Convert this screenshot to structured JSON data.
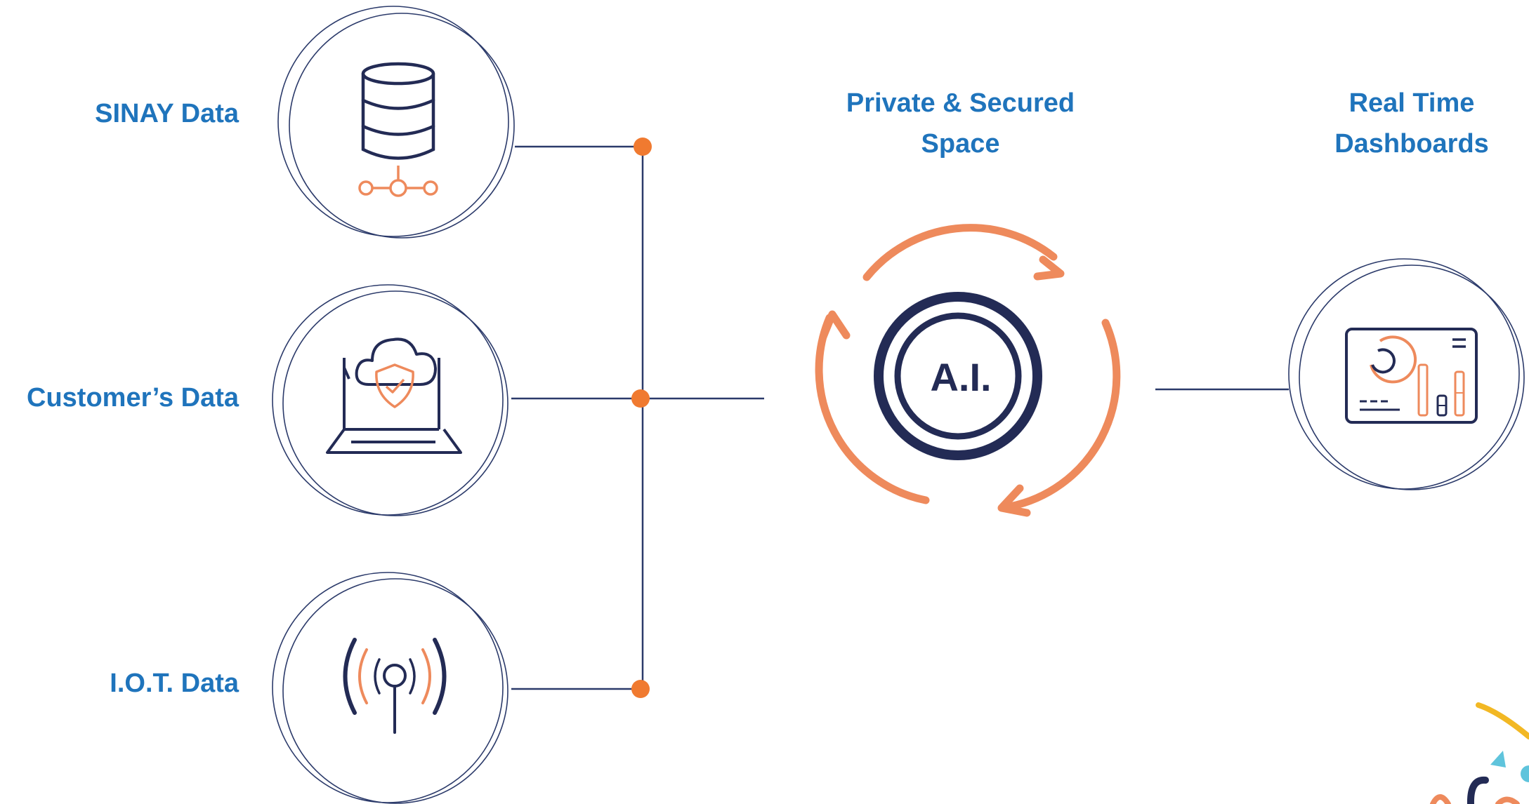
{
  "sources": [
    {
      "label": "SINAY Data",
      "icon": "database-icon"
    },
    {
      "label": "Customer’s Data",
      "icon": "laptop-cloud-shield-icon"
    },
    {
      "label": "I.O.T. Data",
      "icon": "antenna-signal-icon"
    }
  ],
  "center": {
    "title_line1": "Private & Secured",
    "title_line2": "Space",
    "core_label": "A.I.",
    "icon": "cycle-arrows-icon"
  },
  "output": {
    "title_line1": "Real Time",
    "title_line2": "Dashboards",
    "icon": "dashboard-icon"
  },
  "colors": {
    "label_blue": "#1F74BC",
    "navy": "#232B55",
    "orange": "#EE8A5C",
    "dot_orange": "#F07A30",
    "connector": "#2B3A6A",
    "deco_yellow": "#F2B824",
    "deco_teal": "#5FC4DC"
  }
}
